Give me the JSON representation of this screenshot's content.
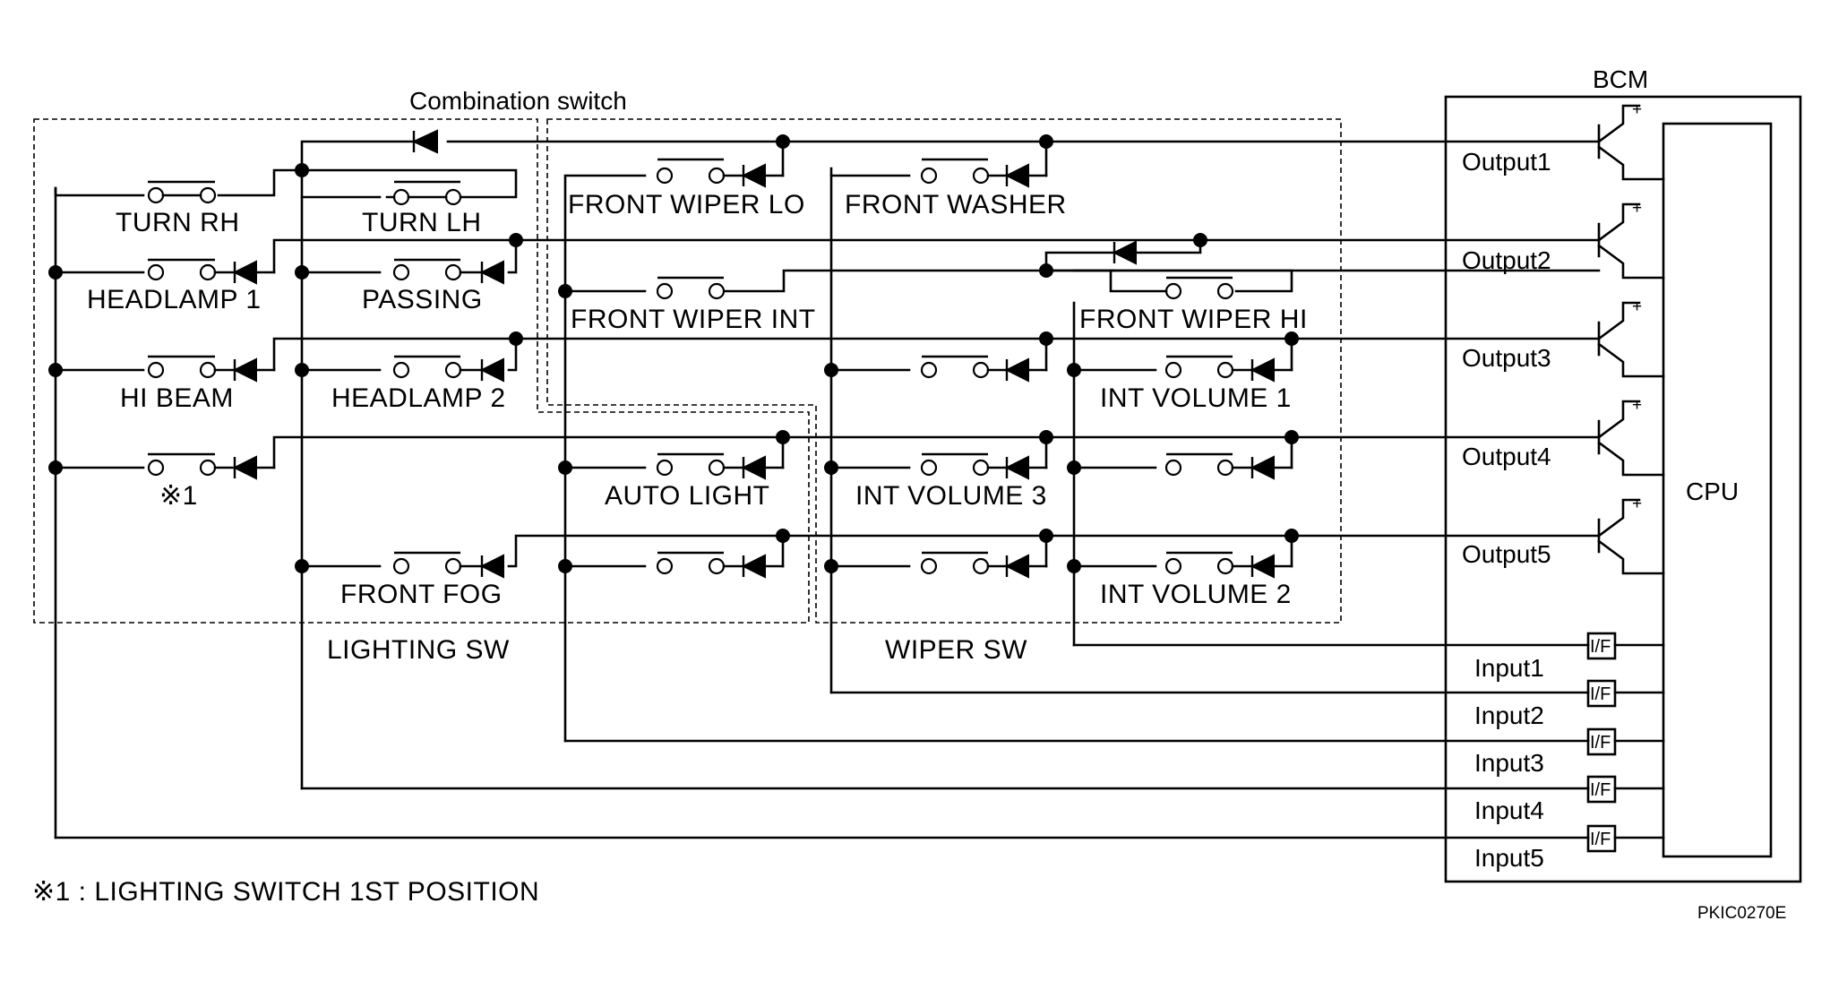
{
  "titles": {
    "combination_switch": "Combination switch",
    "bcm": "BCM",
    "cpu": "CPU",
    "lighting_sw": "LIGHTING SW",
    "wiper_sw": "WIPER SW"
  },
  "switches": {
    "turn_rh": "TURN RH",
    "turn_lh": "TURN LH",
    "headlamp1": "HEADLAMP 1",
    "passing": "PASSING",
    "hi_beam": "HI BEAM",
    "headlamp2": "HEADLAMP 2",
    "note_mark": "※1",
    "front_fog": "FRONT FOG",
    "front_wiper_lo": "FRONT WIPER LO",
    "front_washer": "FRONT WASHER",
    "front_wiper_int": "FRONT WIPER INT",
    "front_wiper_hi": "FRONT WIPER HI",
    "auto_light": "AUTO LIGHT",
    "int_volume1": "INT VOLUME 1",
    "int_volume3": "INT VOLUME 3",
    "int_volume2": "INT VOLUME 2"
  },
  "outputs": [
    "Output1",
    "Output2",
    "Output3",
    "Output4",
    "Output5"
  ],
  "inputs": [
    "Input1",
    "Input2",
    "Input3",
    "Input4",
    "Input5"
  ],
  "interface_label": "I/F",
  "supply_symbol": "+",
  "footnote": "※1 : LIGHTING SWITCH 1ST POSITION",
  "figure_code": "PKIC0270E"
}
